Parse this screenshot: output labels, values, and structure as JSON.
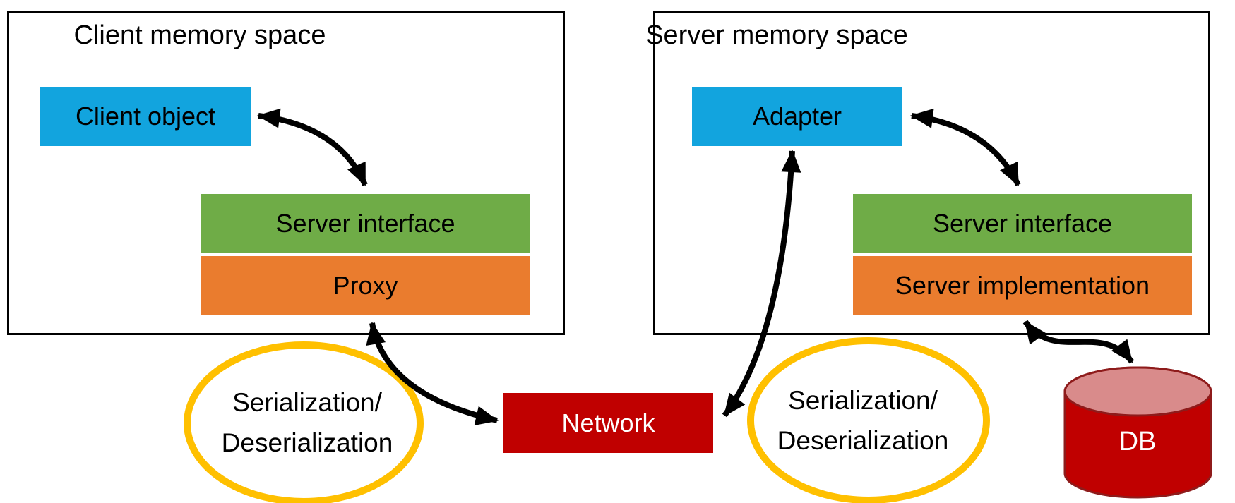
{
  "client_space": {
    "title": "Client memory space",
    "client_object": "Client object",
    "server_interface": "Server interface",
    "proxy": "Proxy"
  },
  "server_space": {
    "title": "Server memory space",
    "adapter": "Adapter",
    "server_interface": "Server interface",
    "server_implementation": "Server implementation"
  },
  "network": {
    "label": "Network"
  },
  "db": {
    "label": "DB"
  },
  "serialization_left": {
    "line1": "Serialization/",
    "line2": "Deserialization"
  },
  "serialization_right": {
    "line1": "Serialization/",
    "line2": "Deserialization"
  },
  "colors": {
    "object_blue": "#12a4de",
    "interface_green": "#6fac47",
    "implementation_orange": "#ea7c2e",
    "network_red": "#c00000",
    "highlight_gold": "#ffc000",
    "db_body_red": "#c00000",
    "db_top_red": "#d98b8b",
    "db_outline": "#8e1b1b",
    "arrow_black": "#000000"
  }
}
